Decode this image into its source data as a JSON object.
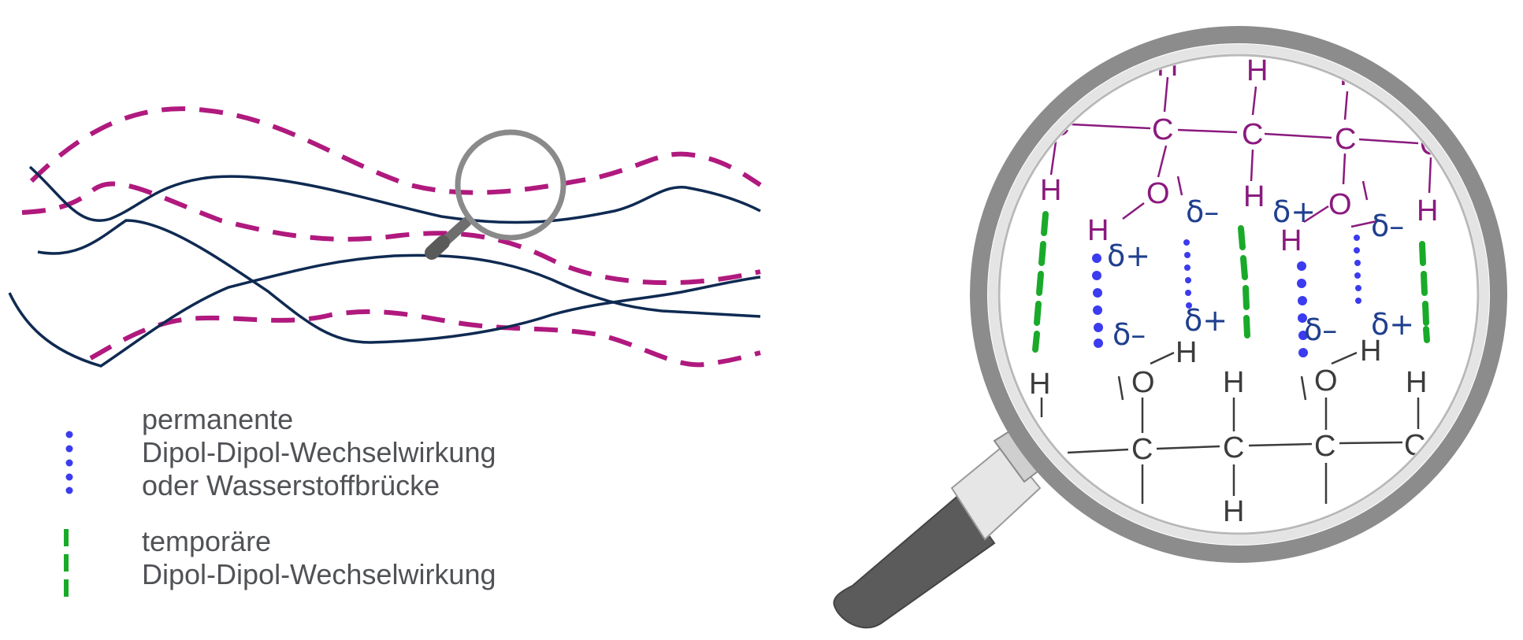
{
  "legend": {
    "permanent": {
      "line1": "permanente",
      "line2": "Dipol-Dipol-Wechselwirkung",
      "line3": "oder Wasserstoffbrücke"
    },
    "temporary": {
      "line1": "temporäre",
      "line2": "Dipol-Dipol-Wechselwirkung"
    }
  },
  "atoms": {
    "carbon": "C",
    "hydrogen": "H",
    "oxygen": "O"
  },
  "partial_charges": {
    "positive": "δ+",
    "negative": "δ–"
  },
  "colors": {
    "polymer_dashed": "#b0197e",
    "polymer_solid": "#0f2a52",
    "permanent_interaction": "#3b3bef",
    "temporary_interaction": "#1aaa2a",
    "upper_chain": "#8a1a7e",
    "lower_chain": "#3c3c3c",
    "delta_text": "#1f3f8f",
    "legend_text": "#505256"
  }
}
